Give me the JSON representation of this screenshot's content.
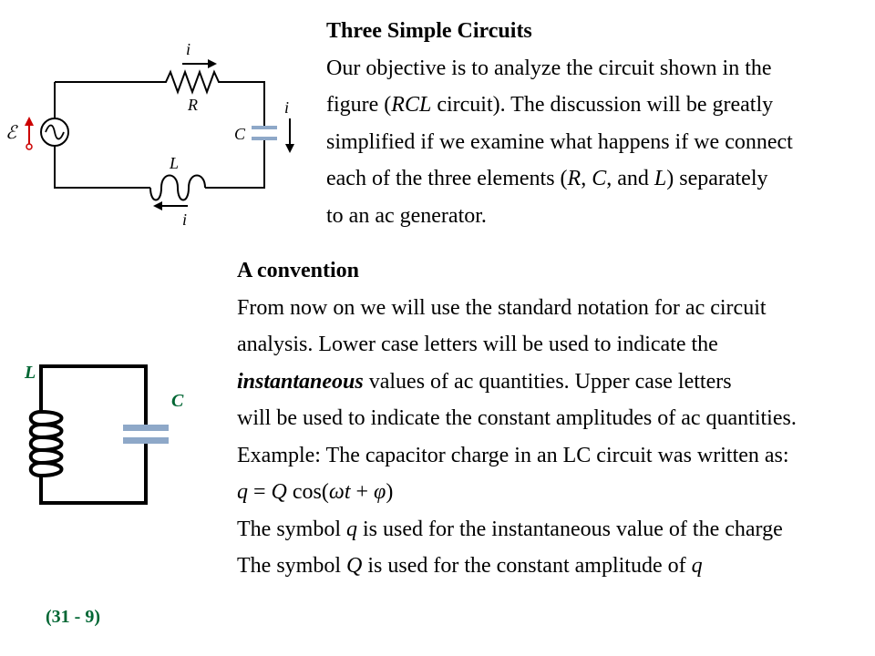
{
  "figure_rcl": {
    "labels": {
      "i_top": "i",
      "r": "R",
      "c": "C",
      "i_right": "i",
      "emf": "ℰ",
      "l": "L",
      "i_bottom": "i"
    },
    "colors": {
      "wire": "#000000",
      "capacitor": "#8ea8c8",
      "emf_arrow": "#cc0000"
    }
  },
  "figure_lc": {
    "labels": {
      "l": "L",
      "c": "C"
    },
    "colors": {
      "label": "#006633",
      "capacitor": "#8ea8c8"
    }
  },
  "section1": {
    "heading": "Three Simple Circuits",
    "lines": [
      {
        "segments": [
          {
            "text": "Our objective is to analyze the circuit shown in the",
            "style": "normal"
          }
        ]
      },
      {
        "segments": [
          {
            "text": "figure (",
            "style": "normal"
          },
          {
            "text": "RCL",
            "style": "italic"
          },
          {
            "text": " circuit).  The discussion will be greatly",
            "style": "normal"
          }
        ]
      },
      {
        "segments": [
          {
            "text": "simplified if we examine what happens if we connect",
            "style": "normal"
          }
        ]
      },
      {
        "segments": [
          {
            "text": "each of the three elements (",
            "style": "normal"
          },
          {
            "text": "R",
            "style": "italic"
          },
          {
            "text": ", ",
            "style": "normal"
          },
          {
            "text": "C",
            "style": "italic"
          },
          {
            "text": ", and ",
            "style": "normal"
          },
          {
            "text": "L",
            "style": "italic"
          },
          {
            "text": ") separately",
            "style": "normal"
          }
        ]
      },
      {
        "segments": [
          {
            "text": "to an ac generator.",
            "style": "normal"
          }
        ]
      }
    ]
  },
  "section2": {
    "heading": "A convention",
    "lines": [
      {
        "segments": [
          {
            "text": "From now on we will use the standard notation for ac circuit",
            "style": "normal"
          }
        ]
      },
      {
        "segments": [
          {
            "text": "analysis.  Lower case letters will be used to indicate the",
            "style": "normal"
          }
        ]
      },
      {
        "segments": [
          {
            "text": "instantaneous",
            "style": "bold-italic"
          },
          {
            "text": " values of ac quantities.  Upper case letters",
            "style": "normal"
          }
        ]
      },
      {
        "segments": [
          {
            "text": "will be used to indicate the constant amplitudes of ac quantities.",
            "style": "normal"
          }
        ]
      },
      {
        "segments": [
          {
            "text": "Example:  The capacitor charge in an LC circuit was written as:",
            "style": "normal"
          }
        ]
      },
      {
        "segments": [
          {
            "text": "q",
            "style": "italic"
          },
          {
            "text": " = ",
            "style": "normal"
          },
          {
            "text": "Q",
            "style": "italic"
          },
          {
            "text": " cos(",
            "style": "normal"
          },
          {
            "text": "ωt",
            "style": "italic"
          },
          {
            "text": " + ",
            "style": "normal"
          },
          {
            "text": "φ",
            "style": "italic"
          },
          {
            "text": ")",
            "style": "normal"
          }
        ]
      },
      {
        "segments": [
          {
            "text": "The symbol ",
            "style": "normal"
          },
          {
            "text": "q",
            "style": "italic"
          },
          {
            "text": " is used for the instantaneous value of the charge",
            "style": "normal"
          }
        ]
      },
      {
        "segments": [
          {
            "text": "The symbol ",
            "style": "normal"
          },
          {
            "text": "Q",
            "style": "italic"
          },
          {
            "text": " is used for the constant amplitude of ",
            "style": "normal"
          },
          {
            "text": "q",
            "style": "italic"
          }
        ]
      }
    ]
  },
  "slide_number": "(31 - 9)"
}
